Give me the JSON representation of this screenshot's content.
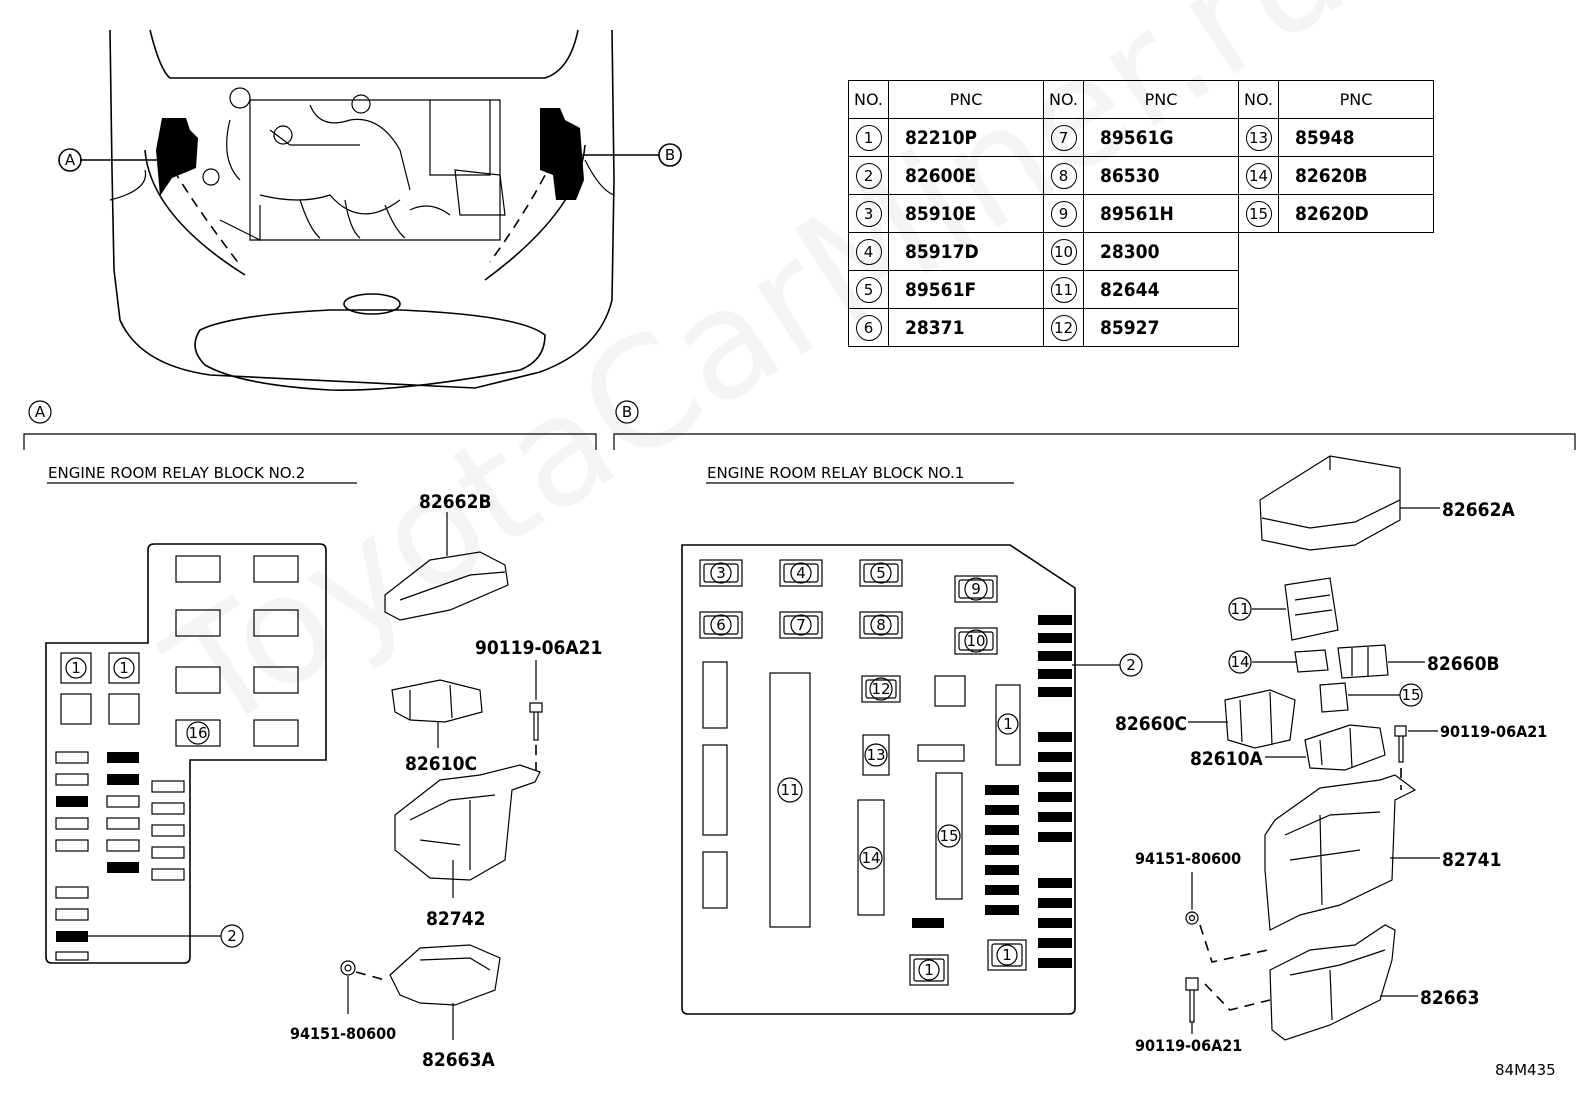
{
  "table": {
    "headers": [
      "NO.",
      "PNC",
      "NO.",
      "PNC",
      "NO.",
      "PNC"
    ],
    "rows": [
      [
        {
          "no": "1",
          "pnc": "82210P"
        },
        {
          "no": "7",
          "pnc": "89561G"
        },
        {
          "no": "13",
          "pnc": "85948"
        }
      ],
      [
        {
          "no": "2",
          "pnc": "82600E"
        },
        {
          "no": "8",
          "pnc": "86530"
        },
        {
          "no": "14",
          "pnc": "82620B"
        }
      ],
      [
        {
          "no": "3",
          "pnc": "85910E"
        },
        {
          "no": "9",
          "pnc": "89561H"
        },
        {
          "no": "15",
          "pnc": "82620D"
        }
      ],
      [
        {
          "no": "4",
          "pnc": "85917D"
        },
        {
          "no": "10",
          "pnc": "28300"
        },
        null
      ],
      [
        {
          "no": "5",
          "pnc": "89561F"
        },
        {
          "no": "11",
          "pnc": "82644"
        },
        null
      ],
      [
        {
          "no": "6",
          "pnc": "28371"
        },
        {
          "no": "12",
          "pnc": "85927"
        },
        null
      ]
    ]
  },
  "overview": {
    "callout_a": "A",
    "callout_b": "B"
  },
  "section_a": {
    "marker": "A",
    "title": "ENGINE ROOM RELAY BLOCK NO.2",
    "slot_labels": [
      "1",
      "1",
      "16"
    ],
    "callout_2": "2",
    "parts": {
      "p82662B": "82662B",
      "p90119_top": "90119-06A21",
      "p82610C": "82610C",
      "p82742": "82742",
      "p94151": "94151-80600",
      "p82663A": "82663A"
    }
  },
  "section_b": {
    "marker": "B",
    "title": "ENGINE ROOM RELAY BLOCK NO.1",
    "slot_labels": [
      "3",
      "4",
      "5",
      "9",
      "6",
      "7",
      "8",
      "10",
      "12",
      "1",
      "13",
      "11",
      "14",
      "15",
      "1",
      "1"
    ],
    "callouts": {
      "c2": "2",
      "c11": "11",
      "c14": "14",
      "c15": "15"
    },
    "parts": {
      "p82662A": "82662A",
      "p82660B": "82660B",
      "p82660C": "82660C",
      "p82610A": "82610A",
      "p90119_right": "90119-06A21",
      "p82741": "82741",
      "p94151": "94151-80600",
      "p82663": "82663",
      "p90119_bottom": "90119-06A21"
    }
  },
  "figure_code": "84M435",
  "watermark": "ToyotaCarMiner.ru"
}
